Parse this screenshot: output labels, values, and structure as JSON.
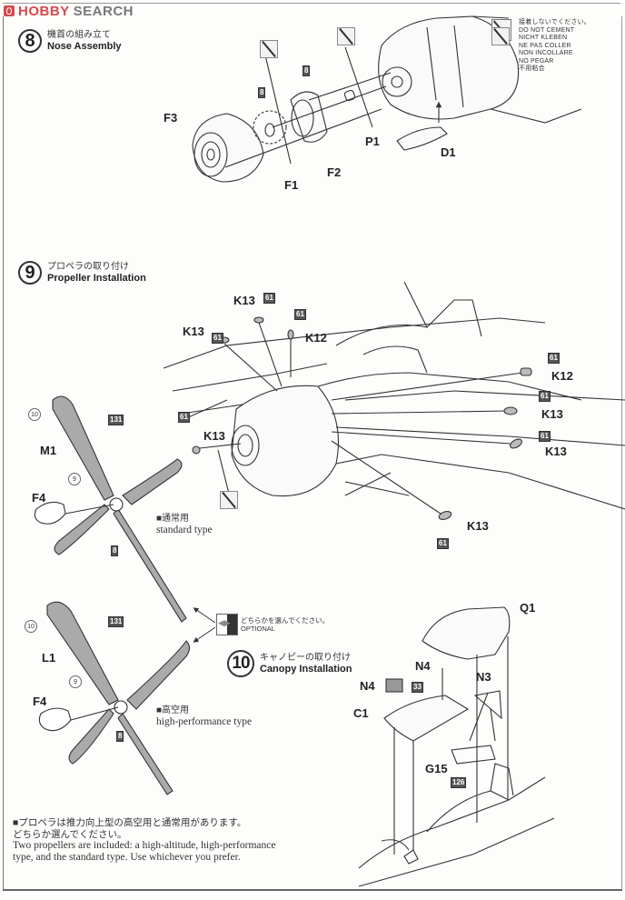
{
  "header": {
    "logo_brand": "HOBBY",
    "logo_suffix": "SEARCH"
  },
  "steps": [
    {
      "number": "8",
      "title_jp": "機首の組み立て",
      "title_en": "Nose Assembly"
    },
    {
      "number": "9",
      "title_jp": "プロペラの取り付け",
      "title_en": "Propeller Installation"
    },
    {
      "number": "10",
      "title_jp": "キャノピーの取り付け",
      "title_en": "Canopy Installation"
    }
  ],
  "warning": {
    "lines": [
      "接着しないでください。",
      "DO NOT CEMENT",
      "NICHT KLEBEN",
      "NE PAS COLLER",
      "NON INCOLLARE",
      "NO PEGAR",
      "不用粘合"
    ]
  },
  "step8": {
    "parts": [
      "F3",
      "F1",
      "F2",
      "P1",
      "D1"
    ],
    "color_tags": [
      "8",
      "8"
    ]
  },
  "step9": {
    "parts": [
      "K13",
      "K13",
      "K12",
      "K12",
      "K13",
      "K13",
      "K13",
      "K13",
      "M1",
      "F4",
      "L1",
      "F4"
    ],
    "color_tag_61": "61",
    "color_tag_131": "131",
    "color_tag_8": "8",
    "circle_10": "10",
    "circle_9": "9",
    "standard": {
      "jp": "■通常用",
      "en": "standard type"
    },
    "high": {
      "jp": "■高空用",
      "en": "high-performance type"
    },
    "optional": {
      "jp": "どちらかを選んでください。",
      "en": "OPTIONAL"
    }
  },
  "step10": {
    "parts": [
      "Q1",
      "N4",
      "N4",
      "N3",
      "C1",
      "G15"
    ],
    "color_tag_33": "33",
    "color_tag_126": "126"
  },
  "footnote": {
    "jp1": "■プロペラは推力向上型の高空用と通常用があります。",
    "jp2": "どちらか選んでください。",
    "en1": "Two propellers are included: a high-altitude, high-performance",
    "en2": "type, and the standard type. Use whichever you prefer."
  }
}
